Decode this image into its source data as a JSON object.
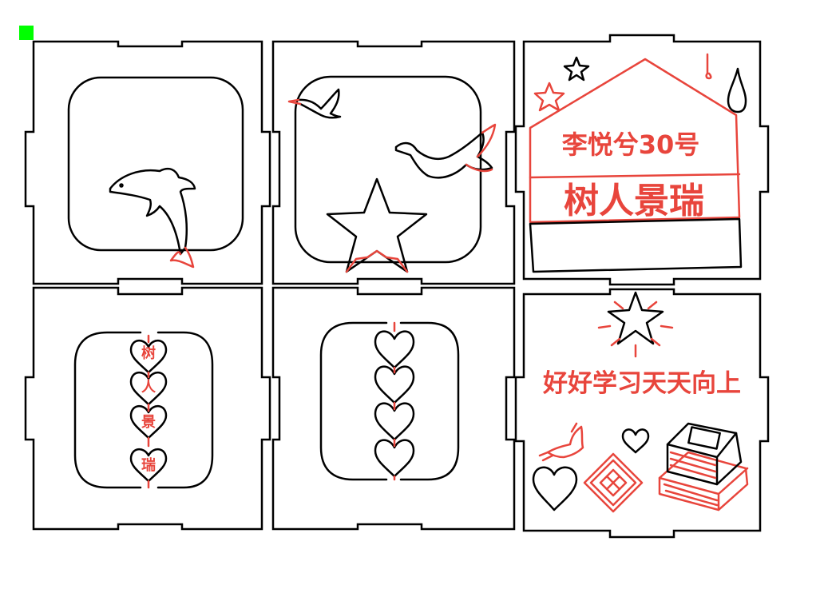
{
  "colors": {
    "cut": "#000000",
    "engrave": "#e8453c",
    "marker": "#00ff00",
    "background": "#ffffff"
  },
  "panels": [
    {
      "id": "dolphin",
      "icons": [
        "rounded-window-cutout",
        "dolphin-icon"
      ]
    },
    {
      "id": "birds-star",
      "icons": [
        "rounded-window-cutout",
        "bird-icon",
        "goose-icon",
        "star-icon"
      ]
    },
    {
      "id": "house-sign",
      "house": {
        "line1": "李悦兮30号",
        "line2": "树人景瑞"
      },
      "icons": [
        "house-icon",
        "star-icon",
        "raindrop-icon"
      ]
    },
    {
      "id": "hearts-name",
      "heart_chars": [
        "树",
        "人",
        "景",
        "瑞"
      ]
    },
    {
      "id": "hearts-plain",
      "heart_count": 4
    },
    {
      "id": "motto",
      "motto": "好好学习天天向上",
      "icons": [
        "sparkle-star-icon",
        "heart-icon",
        "bird-icon",
        "book-stack-icon",
        "gift-box-icon"
      ]
    }
  ]
}
